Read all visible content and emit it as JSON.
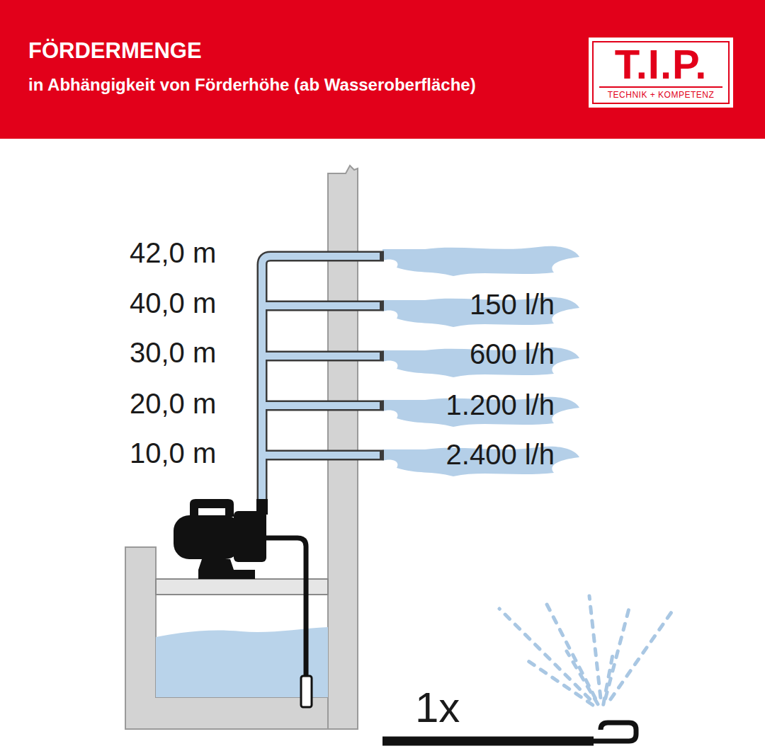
{
  "diagram": {
    "title": "FÖRDERMENGE",
    "nodes": [
      {
        "text": [
          "T.I.P.",
          "TECHNIK + KOMPETENZ"
        ]
      }
    ],
    "labels": [
      "in Abhängigkeit von Förderhöhe (ab Wasseroberfläche)",
      "42,0 m",
      "40,0 m",
      "150 l/h",
      "30,0 m",
      "600 l/h",
      "20,0 m",
      "1.200 l/h",
      "10,0 m",
      "2.400 l/h",
      "1x"
    ]
  }
}
